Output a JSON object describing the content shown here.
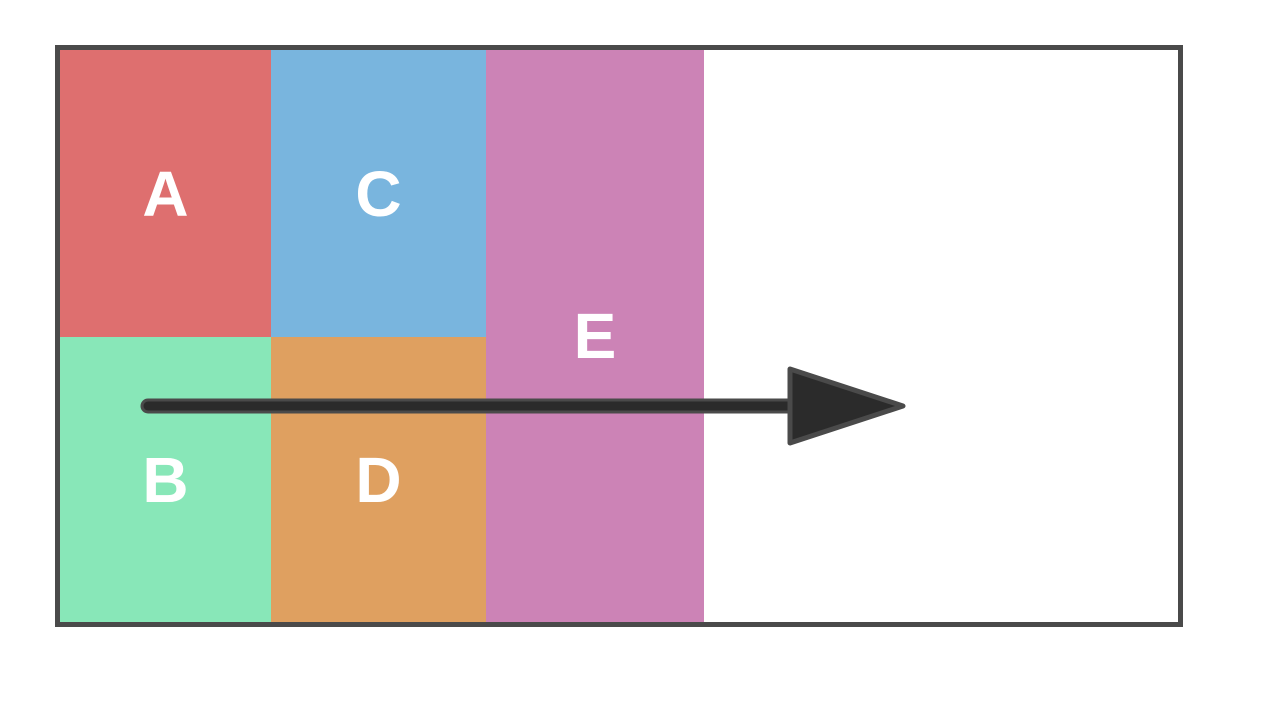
{
  "page": {
    "background": "#ffffff"
  },
  "diagram": {
    "frame": {
      "border_color": "#4a4a4a",
      "fill": "#ffffff"
    },
    "label_color": "#ffffff",
    "blocks": [
      {
        "id": "A",
        "label": "A",
        "color": "#de6f6f"
      },
      {
        "id": "B",
        "label": "B",
        "color": "#88e7b8"
      },
      {
        "id": "C",
        "label": "C",
        "color": "#79b5de"
      },
      {
        "id": "D",
        "label": "D",
        "color": "#dfa060"
      },
      {
        "id": "E",
        "label": "E",
        "color": "#cc83b6"
      }
    ],
    "arrow": {
      "direction": "right",
      "fill": "#2b2b2b",
      "outline": "#4a4a4a"
    }
  }
}
